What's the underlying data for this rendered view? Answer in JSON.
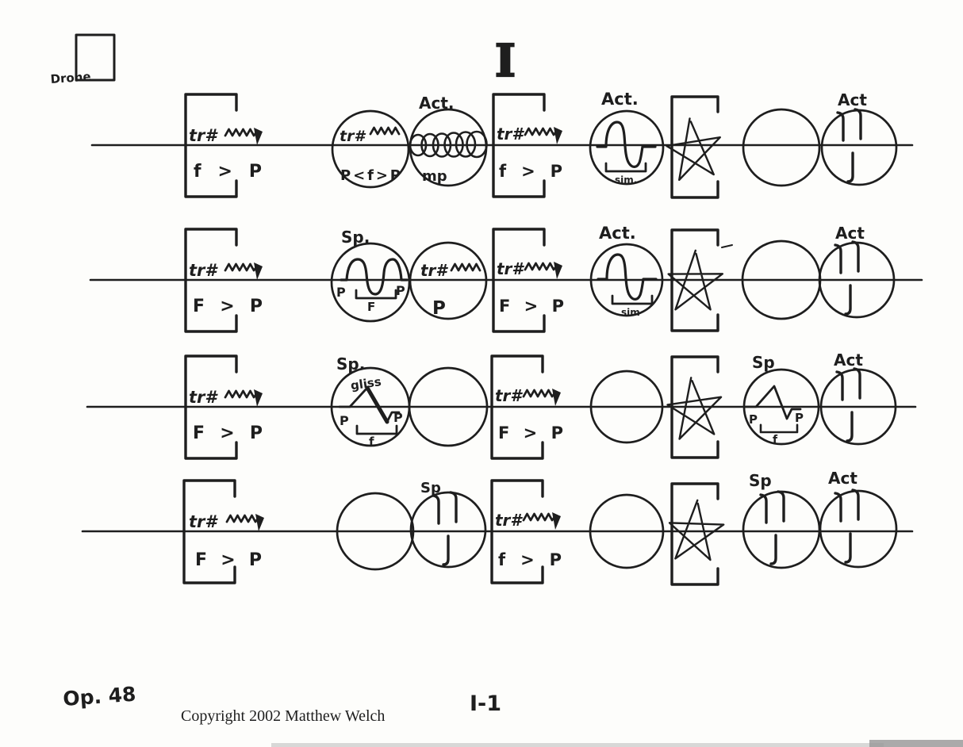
{
  "page": {
    "title": "I",
    "ink_color": "#1e1e1e",
    "paper_color": "#fdfdfb",
    "footer": {
      "opus": "Op. 48",
      "copyright": "Copyright 2002 Matthew Welch",
      "page_number": "I-1"
    }
  },
  "drone_box": {
    "label": "Drone"
  },
  "systems": [
    {
      "name": "system-1",
      "bracket_1": {
        "trill": "tr#",
        "dynamics": "f > P"
      },
      "trill_circle": {
        "trill": "tr#",
        "dynamics": "P<f>P"
      },
      "coil_circle": {
        "label": "Act.",
        "dynamics": "mp",
        "icon": "coil-spring"
      },
      "bracket_2": {
        "trill": "tr#",
        "dynamics": "f > P"
      },
      "wave_circle": {
        "label": "Act.",
        "sim": "sim.",
        "icon": "sine-wave"
      },
      "star_bracket": {
        "icon": "pentagram-star"
      },
      "empty_circle": {
        "icon": "empty-circle"
      },
      "act_circle": {
        "label": "Act",
        "icon": "note-stems"
      }
    },
    {
      "name": "system-2",
      "bracket_1": {
        "trill": "tr#",
        "dynamics": "F > P"
      },
      "sp_wave_circle": {
        "label": "Sp.",
        "p_left": "P",
        "f": "F",
        "p_right": "P",
        "icon": "double-hump-wave"
      },
      "trill_circle": {
        "trill": "tr#",
        "dynamics": "P"
      },
      "bracket_2": {
        "trill": "tr#",
        "dynamics": "F > P"
      },
      "wave_circle": {
        "label": "Act.",
        "sim": "sim",
        "icon": "sine-wave"
      },
      "star_bracket": {
        "icon": "pentagram-star"
      },
      "empty_circle": {
        "icon": "empty-circle"
      },
      "act_circle": {
        "label": "Act",
        "icon": "note-stems"
      }
    },
    {
      "name": "system-3",
      "bracket_1": {
        "trill": "tr#",
        "dynamics": "F > P"
      },
      "gliss_circle": {
        "label": "Sp.",
        "gliss": "gliss",
        "p_left": "P",
        "f": "f",
        "p_right": "P",
        "icon": "gliss-peak"
      },
      "empty_circle_1": {
        "icon": "empty-circle"
      },
      "bracket_2": {
        "trill": "tr#",
        "dynamics": "F > P"
      },
      "empty_circle_2": {
        "icon": "empty-circle"
      },
      "star_bracket": {
        "icon": "pentagram-star"
      },
      "sp_peak_circle": {
        "label": "Sp",
        "p_left": "P",
        "f": "f",
        "p_right": "P",
        "icon": "peak-wave"
      },
      "act_circle": {
        "label": "Act",
        "icon": "note-stems"
      }
    },
    {
      "name": "system-4",
      "bracket_1": {
        "trill": "tr#",
        "dynamics": "F > P"
      },
      "empty_circle_1": {
        "icon": "empty-circle"
      },
      "sp_stems_circle": {
        "label": "Sp",
        "icon": "note-stems"
      },
      "bracket_2": {
        "trill": "tr#",
        "dynamics": "f > P"
      },
      "empty_circle_2": {
        "icon": "empty-circle"
      },
      "star_bracket": {
        "icon": "pentagram-star"
      },
      "sp_stems_circle_2": {
        "label": "Sp",
        "icon": "note-stems"
      },
      "act_circle": {
        "label": "Act",
        "icon": "note-stems"
      }
    }
  ]
}
